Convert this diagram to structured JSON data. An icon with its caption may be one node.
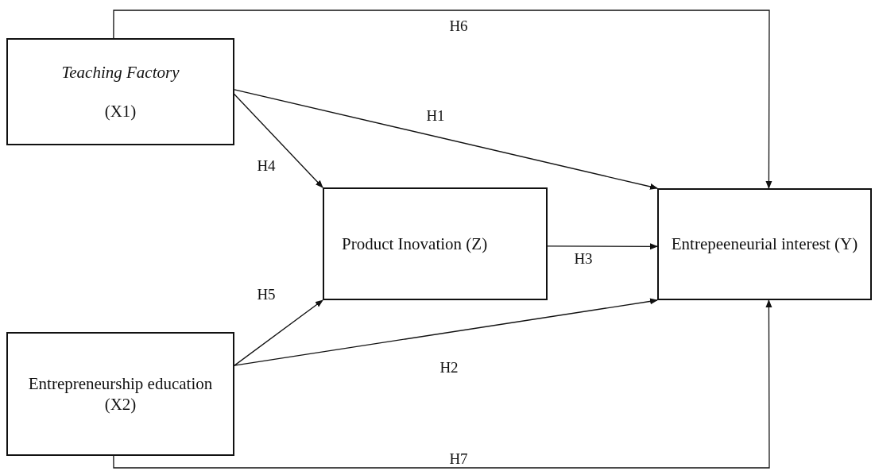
{
  "diagram": {
    "nodes": [
      {
        "text": [
          "Teaching Factory",
          "(X1)"
        ]
      },
      {
        "text": [
          "Product Inovation (Z)"
        ]
      },
      {
        "text": [
          "Entrepeeneurial interest (Y)"
        ]
      },
      {
        "text": [
          "Entrepreneurship education (X2)"
        ]
      }
    ],
    "edges": [
      {
        "from": 0,
        "to": 2,
        "arrow": "to",
        "label": "H6"
      },
      {
        "from": 0,
        "to": 2,
        "arrow": "to",
        "label": "H1"
      },
      {
        "from": 0,
        "to": 1,
        "arrow": "to",
        "label": "H4"
      },
      {
        "from": 1,
        "to": 2,
        "arrow": "to",
        "label": "H3"
      },
      {
        "from": 3,
        "to": 1,
        "arrow": "to",
        "label": "H5"
      },
      {
        "from": 3,
        "to": 2,
        "arrow": "to",
        "label": "H2"
      },
      {
        "from": 3,
        "to": 2,
        "arrow": "to",
        "label": "H7"
      }
    ]
  }
}
